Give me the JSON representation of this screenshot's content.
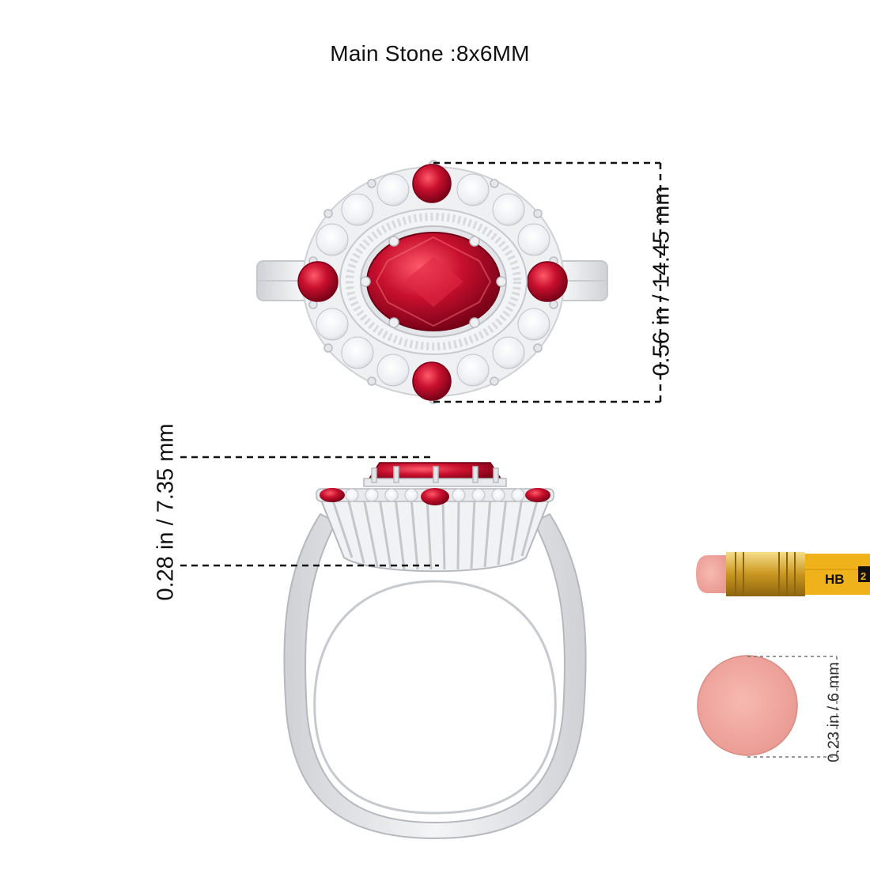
{
  "title": "Main Stone :8x6MM",
  "dimensions": {
    "top_view_height": "0.56 in / 14.45 mm",
    "side_view_height": "0.28 in / 7.35 mm",
    "pencil_eraser_diameter": "0.23 in / 6 mm"
  },
  "pencil": {
    "grade": "HB",
    "number": "2"
  },
  "colors": {
    "ruby": "#c8102e",
    "ruby_dark": "#7a0018",
    "metal": "#e9eaec",
    "metal_shadow": "#c9cbcf",
    "diamond": "#f6f7f9",
    "pencil_yellow": "#f0b21a",
    "ferrule_gold": "#d4a52a",
    "eraser_pink": "#f2a9a2",
    "dimension_line": "#111111"
  }
}
